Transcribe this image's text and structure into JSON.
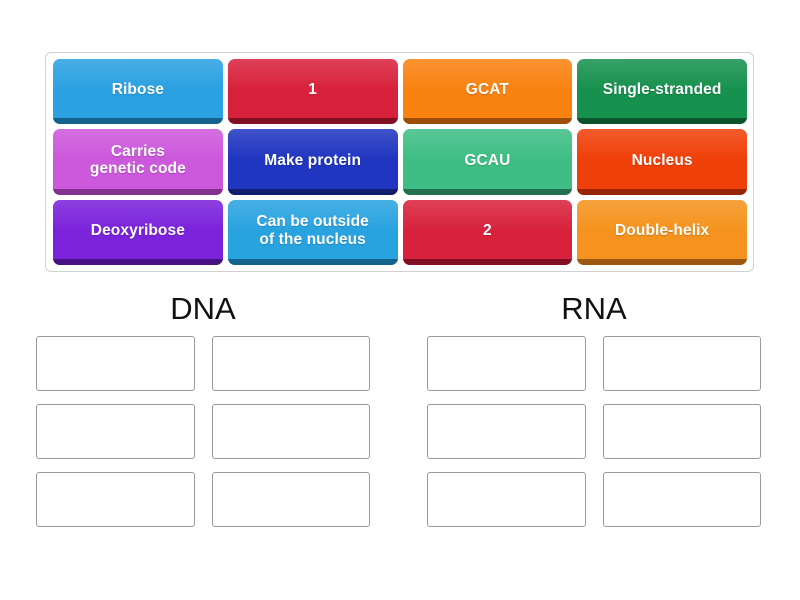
{
  "activity": {
    "type": "group-sort",
    "tile_tray": {
      "name": "answer-tiles-tray",
      "columns": 4,
      "rows": 3,
      "tiles": [
        {
          "label": "Ribose",
          "color": "#2BA1E2",
          "shadow": "#1A7FB8"
        },
        {
          "label": "1",
          "color": "#D8223C",
          "shadow": "#A6162C"
        },
        {
          "label": "GCAT",
          "color": "#F98211",
          "shadow": "#C8650A"
        },
        {
          "label": "Single-stranded",
          "color": "#17914E",
          "shadow": "#0E6B39"
        },
        {
          "label": "Carries\ngenetic code",
          "color": "#CC58DC",
          "shadow": "#A83FB6"
        },
        {
          "label": "Make protein",
          "color": "#2036C0",
          "shadow": "#16278E"
        },
        {
          "label": "GCAU",
          "color": "#3EBE85",
          "shadow": "#2D9366"
        },
        {
          "label": "Nucleus",
          "color": "#F0400A",
          "shadow": "#BF3007"
        },
        {
          "label": "Deoxyribose",
          "color": "#7B22DB",
          "shadow": "#5C16A8"
        },
        {
          "label": "Can be outside\nof the nucleus",
          "color": "#29A3E0",
          "shadow": "#1A7FB8"
        },
        {
          "label": "2",
          "color": "#D8223C",
          "shadow": "#A6162C"
        },
        {
          "label": "Double-helix",
          "color": "#F5931E",
          "shadow": "#C77315"
        }
      ]
    },
    "zones": [
      {
        "name": "dna",
        "title": "DNA",
        "columns": 2,
        "rows": 3,
        "slots": [
          "",
          "",
          "",
          "",
          "",
          ""
        ]
      },
      {
        "name": "rna",
        "title": "RNA",
        "columns": 2,
        "rows": 3,
        "slots": [
          "",
          "",
          "",
          "",
          "",
          ""
        ]
      }
    ]
  }
}
